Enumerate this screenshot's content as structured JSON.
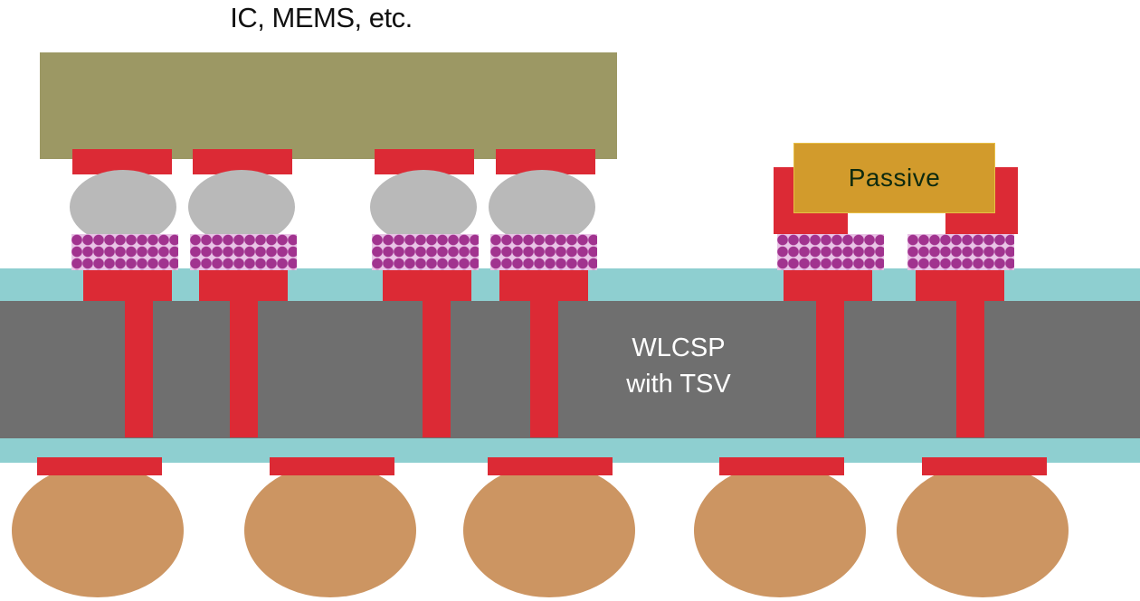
{
  "diagram": {
    "top_label": "IC, MEMS, etc.",
    "passive_label": "Passive",
    "wafer_label_line1": "WLCSP",
    "wafer_label_line2": "with TSV"
  },
  "colors": {
    "ic_die": "#9c9864",
    "copper_pad": "#dc2a35",
    "passivation_layer": "#8ecfd0",
    "silicon_wafer": "#6f6f6f",
    "micro_bump": "#b9b9b9",
    "underfill_dots": "#a1338f",
    "solder_ball": "#cc9562",
    "passive_component": "#d29b2c"
  }
}
